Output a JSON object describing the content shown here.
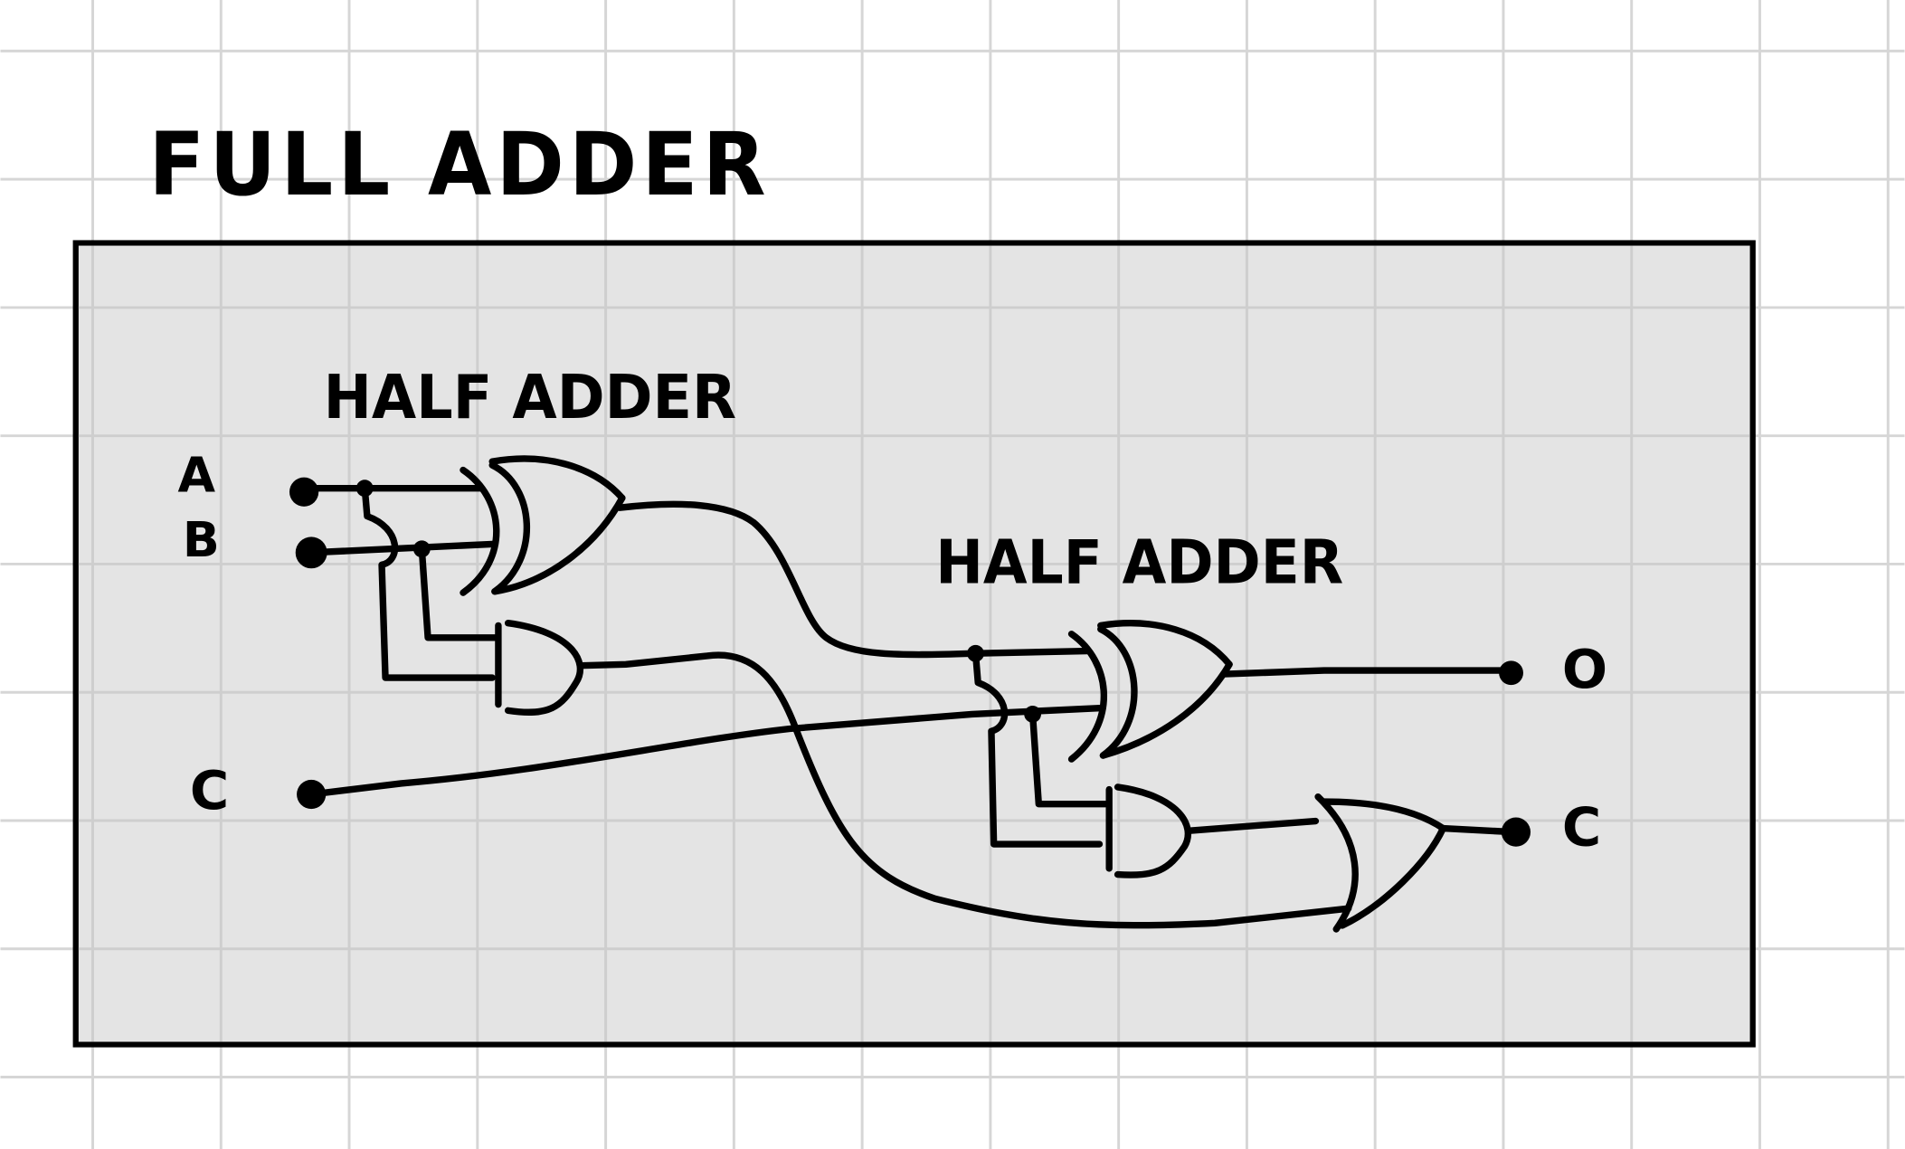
{
  "title": "FULL ADDER",
  "half_adders": [
    {
      "label": "HALF ADDER"
    },
    {
      "label": "HALF ADDER"
    }
  ],
  "inputs": {
    "a": "A",
    "b": "B",
    "c": "C"
  },
  "outputs": {
    "sum": "O",
    "carry": "C"
  },
  "colors": {
    "canvas": "#ffffff",
    "grid": "#d6d6d6",
    "box": "#e4e4e4",
    "ink": "#000000"
  }
}
